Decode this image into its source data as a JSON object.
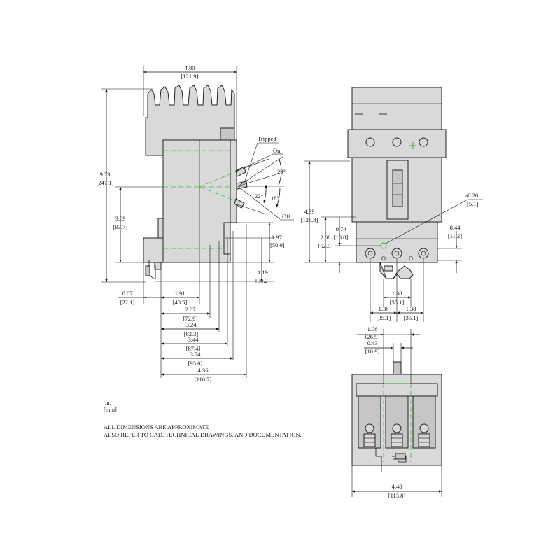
{
  "side_view": {
    "overall_width": {
      "in": "4.80",
      "mm": "[121.9]"
    },
    "overall_height": {
      "in": "9.73",
      "mm": "[247.1]"
    },
    "handle_height": {
      "in": "3.69",
      "mm": "[93.7]"
    },
    "tripped_label": "Tripped",
    "on_label": "On",
    "off_label": "Off",
    "angle_20": "20°",
    "angle_22": "22°",
    "angle_18": "18°",
    "dim_197": {
      "in": "1.97",
      "mm": "[50.0]"
    },
    "dim_119": {
      "in": "1.19",
      "mm": "[30.2]"
    },
    "dim_087": {
      "in": "0.87",
      "mm": "[22.1]"
    },
    "dim_191": {
      "in": "1.91",
      "mm": "[48.5]"
    },
    "dim_287": {
      "in": "2.87",
      "mm": "[72.9]"
    },
    "dim_324": {
      "in": "3.24",
      "mm": "[82.3]"
    },
    "dim_344": {
      "in": "3.44",
      "mm": "[87.4]"
    },
    "dim_374": {
      "in": "3.74",
      "mm": "[95.0]"
    },
    "dim_436": {
      "in": "4.36",
      "mm": "[110.7]"
    }
  },
  "front_view": {
    "dim_499": {
      "in": "4.99",
      "mm": "[126.8]"
    },
    "dim_208": {
      "in": "2.08",
      "mm": "[52.9]"
    },
    "dim_074": {
      "in": "0.74",
      "mm": "[18.8]"
    },
    "hole_dia": {
      "in": "ø0.20",
      "mm": "[5.1]"
    },
    "dim_044": {
      "in": "0.44",
      "mm": "[11.2]"
    },
    "pitch_center": {
      "in": "1.38",
      "mm": "[35.1]"
    },
    "pitch_left": {
      "in": "1.38",
      "mm": "[35.1]"
    },
    "pitch_right": {
      "in": "1.38",
      "mm": "[35.1]"
    }
  },
  "bottom_view": {
    "dim_106": {
      "in": "1.06",
      "mm": "[26.9]"
    },
    "dim_043": {
      "in": "0.43",
      "mm": "[10.9]"
    },
    "dim_448": {
      "in": "4.48",
      "mm": "[113.8]"
    }
  },
  "legend": {
    "units_in": "in.",
    "units_mm": "[mm]"
  },
  "notes": {
    "line1": "ALL DIMENSIONS ARE APPROXIMATE",
    "line2": "ALSO REFER TO CAD, TECHNICAL DRAWINGS, AND DOCUMENTATION."
  }
}
